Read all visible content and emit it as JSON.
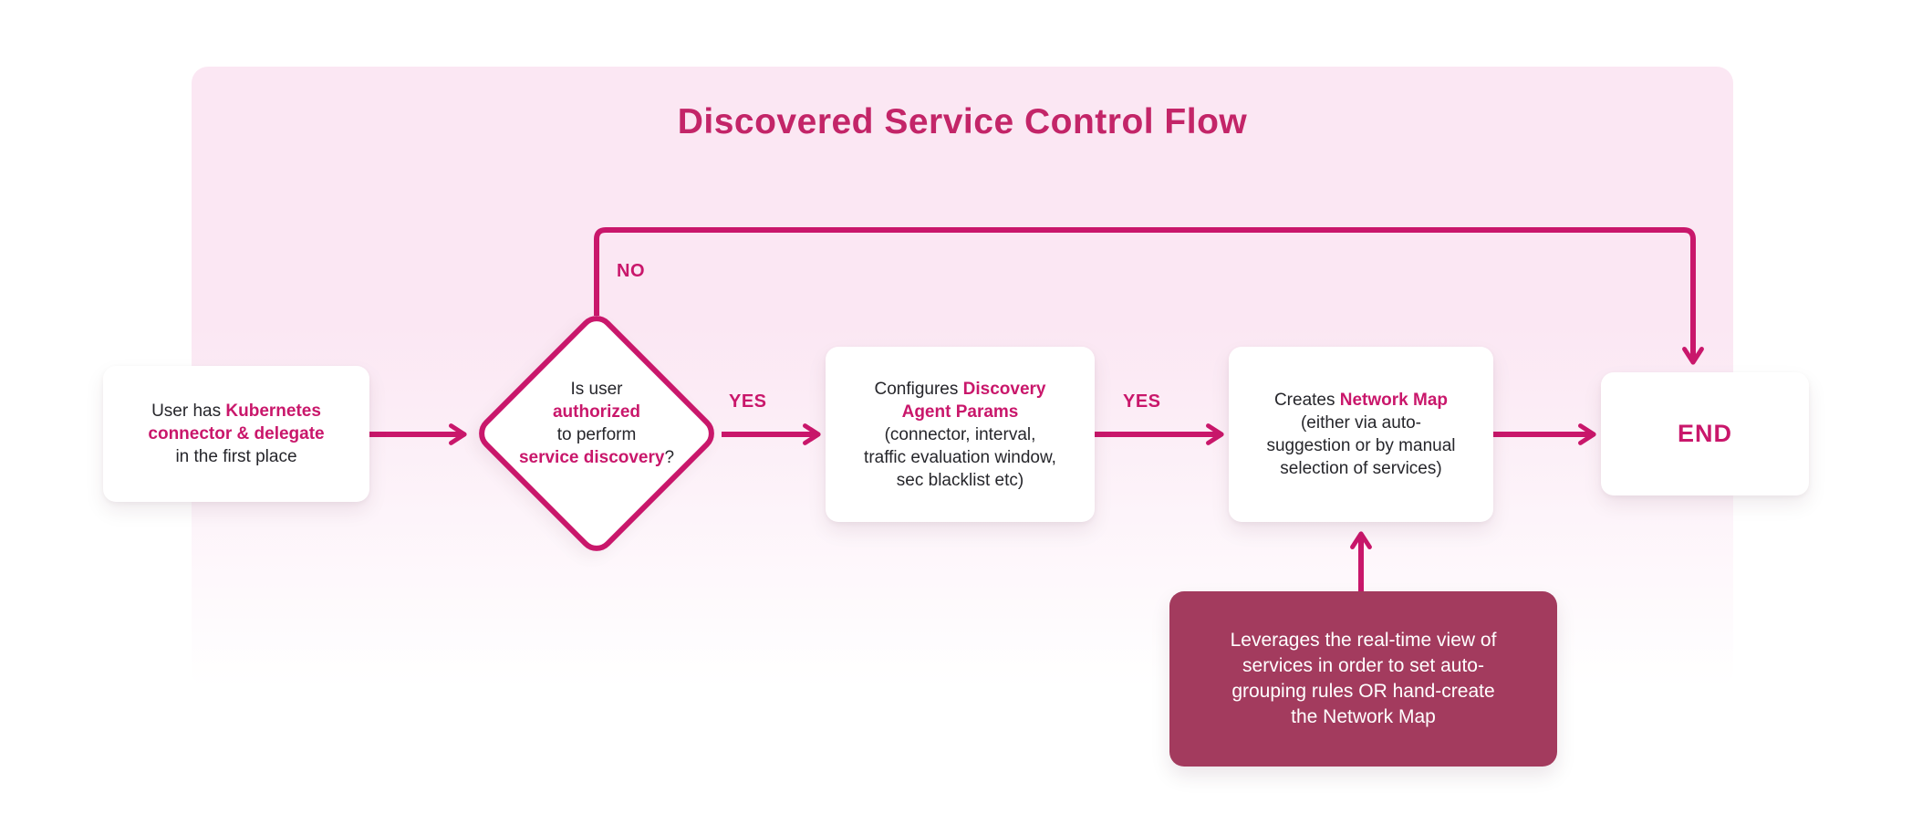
{
  "colors": {
    "accent": "#C9176B",
    "title": "#C32568",
    "maroon_note_bg": "#A33B5E",
    "panel_pink": "#FBE7F3",
    "text_dark": "#26262B"
  },
  "title": "Discovered Service Control Flow",
  "edge_labels": {
    "no": "NO",
    "yes_decision_to_configure": "YES",
    "yes_configure_to_create": "YES"
  },
  "nodes": {
    "start": {
      "lines": [
        [
          {
            "t": "User has ",
            "a": false
          },
          {
            "t": "Kubernetes",
            "a": true
          }
        ],
        [
          {
            "t": "connector & delegate",
            "a": true
          }
        ],
        [
          {
            "t": "in the first place",
            "a": false
          }
        ]
      ]
    },
    "decision": {
      "lines": [
        [
          {
            "t": "Is user",
            "a": false
          }
        ],
        [
          {
            "t": "authorized",
            "a": true
          }
        ],
        [
          {
            "t": "to perform",
            "a": false
          }
        ],
        [
          {
            "t": "service discovery",
            "a": true
          },
          {
            "t": "?",
            "a": false
          }
        ]
      ]
    },
    "configure": {
      "lines": [
        [
          {
            "t": "Configures ",
            "a": false
          },
          {
            "t": "Discovery",
            "a": true
          }
        ],
        [
          {
            "t": "Agent Params",
            "a": true
          }
        ],
        [
          {
            "t": "(connector, interval,",
            "a": false
          }
        ],
        [
          {
            "t": "traffic evaluation window,",
            "a": false
          }
        ],
        [
          {
            "t": "sec blacklist etc)",
            "a": false
          }
        ]
      ]
    },
    "create": {
      "lines": [
        [
          {
            "t": "Creates ",
            "a": false
          },
          {
            "t": "Network Map",
            "a": true
          }
        ],
        [
          {
            "t": "(either via auto-",
            "a": false
          }
        ],
        [
          {
            "t": "suggestion or by manual",
            "a": false
          }
        ],
        [
          {
            "t": "selection of services)",
            "a": false
          }
        ]
      ]
    },
    "end": {
      "label": "END"
    },
    "note": {
      "lines": [
        [
          {
            "t": "Leverages the real-time view of",
            "a": false
          }
        ],
        [
          {
            "t": "services in order to set auto-",
            "a": false
          }
        ],
        [
          {
            "t": "grouping rules OR hand-create",
            "a": false
          }
        ],
        [
          {
            "t": "the Network Map",
            "a": false
          }
        ]
      ]
    }
  }
}
